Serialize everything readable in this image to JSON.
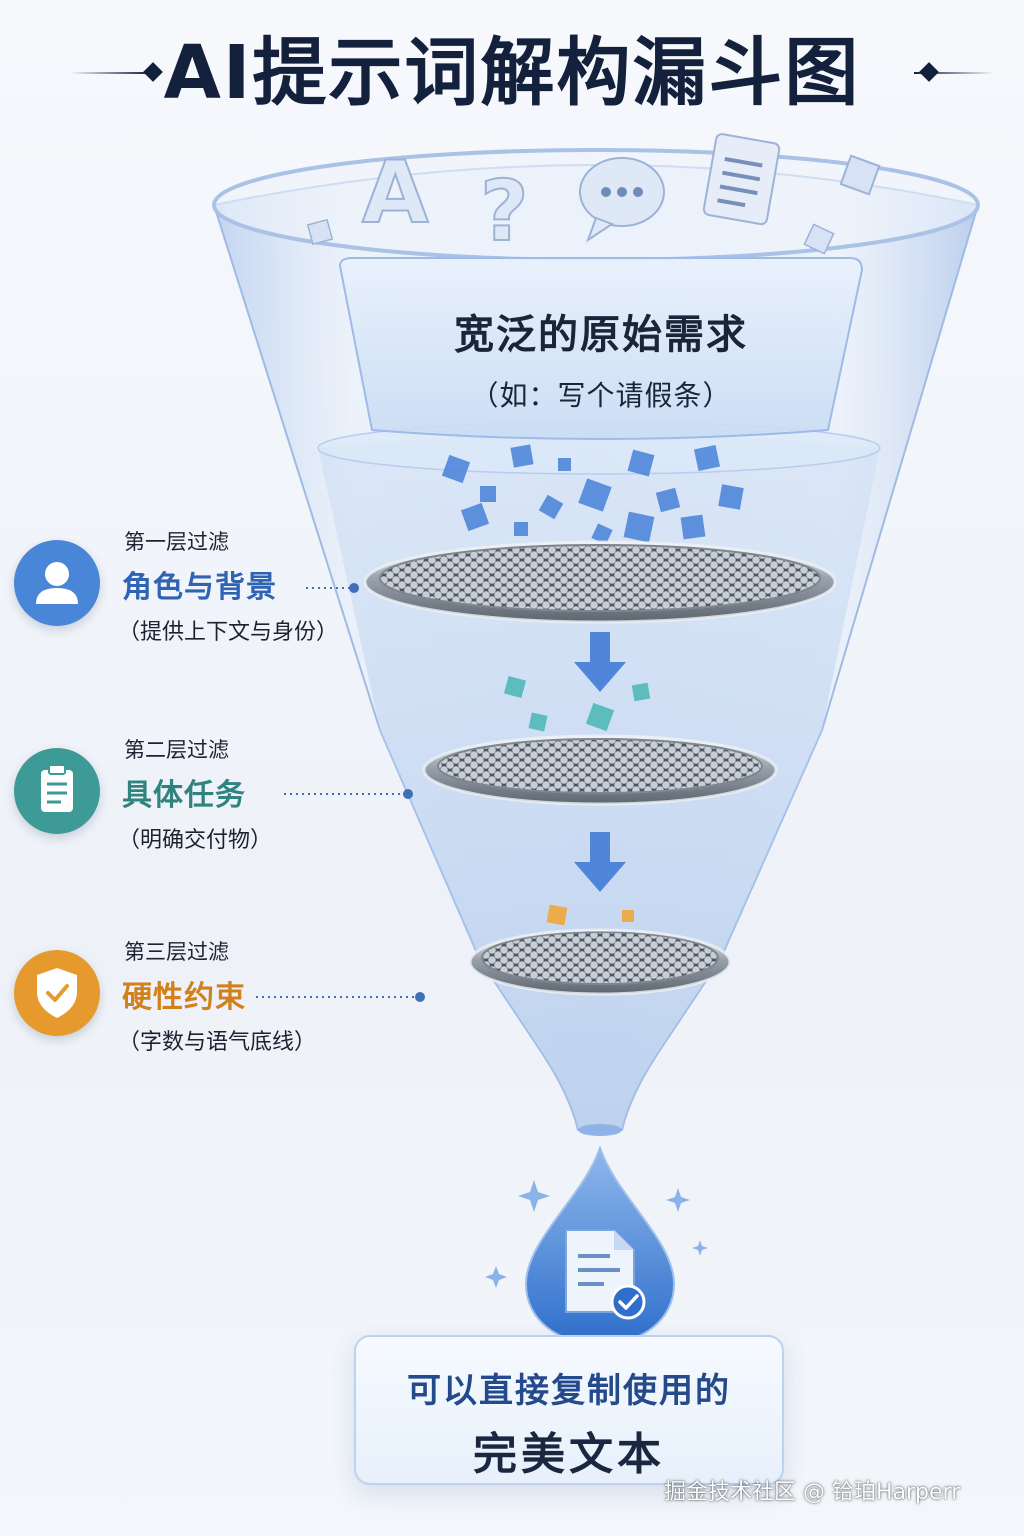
{
  "title": "AI提示词解构漏斗图",
  "top_stage": {
    "heading": "宽泛的原始需求",
    "example": "（如：写个请假条）",
    "icons": [
      "letter-a-icon",
      "question-mark-icon",
      "chat-bubble-icon",
      "document-icon"
    ]
  },
  "layers": [
    {
      "name": "第一层过滤",
      "title": "角色与背景",
      "desc": "（提供上下文与身份）",
      "icon": "user-icon",
      "color": "#4a86d8"
    },
    {
      "name": "第二层过滤",
      "title": "具体任务",
      "desc": "（明确交付物）",
      "icon": "clipboard-icon",
      "color": "#3d9a96"
    },
    {
      "name": "第三层过滤",
      "title": "硬性约束",
      "desc": "（字数与语气底线）",
      "icon": "shield-check-icon",
      "color": "#e69a2e"
    }
  ],
  "result": {
    "line1": "可以直接复制使用的",
    "line2": "完美文本",
    "icon": "document-check-icon"
  },
  "watermark": "掘金技术社区 @ 铪珀Harperr"
}
